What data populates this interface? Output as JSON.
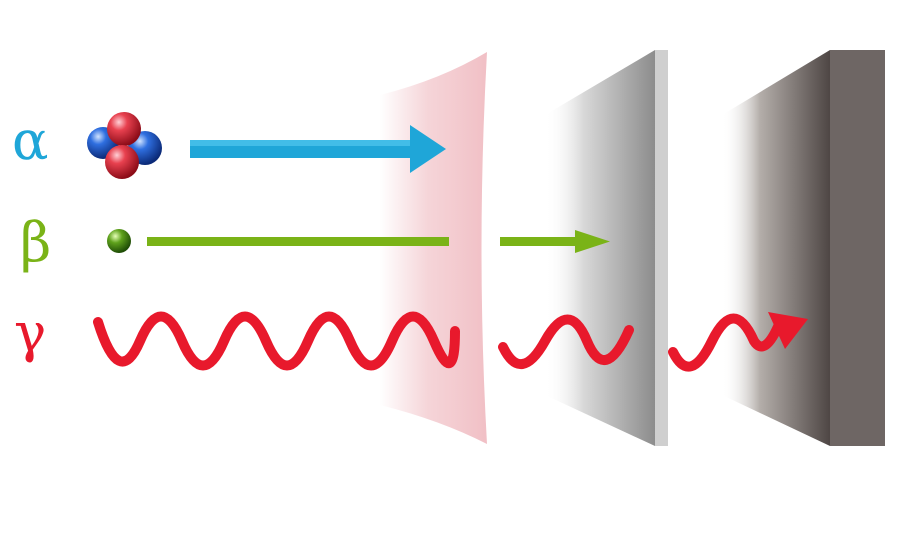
{
  "labels": {
    "alpha": "α",
    "beta": "β",
    "gamma": "γ"
  },
  "colors": {
    "alpha": "#1fa6d8",
    "beta": "#7ab317",
    "gamma": "#e8192c",
    "paper": "#f2c6cb",
    "aluminium": "#c8c8c8",
    "lead": "#6e6664",
    "proton": "#d9283a",
    "neutron": "#1e5fd0"
  },
  "icons": {
    "alpha_particle": "helium-nucleus-icon",
    "beta_particle": "electron-icon"
  }
}
